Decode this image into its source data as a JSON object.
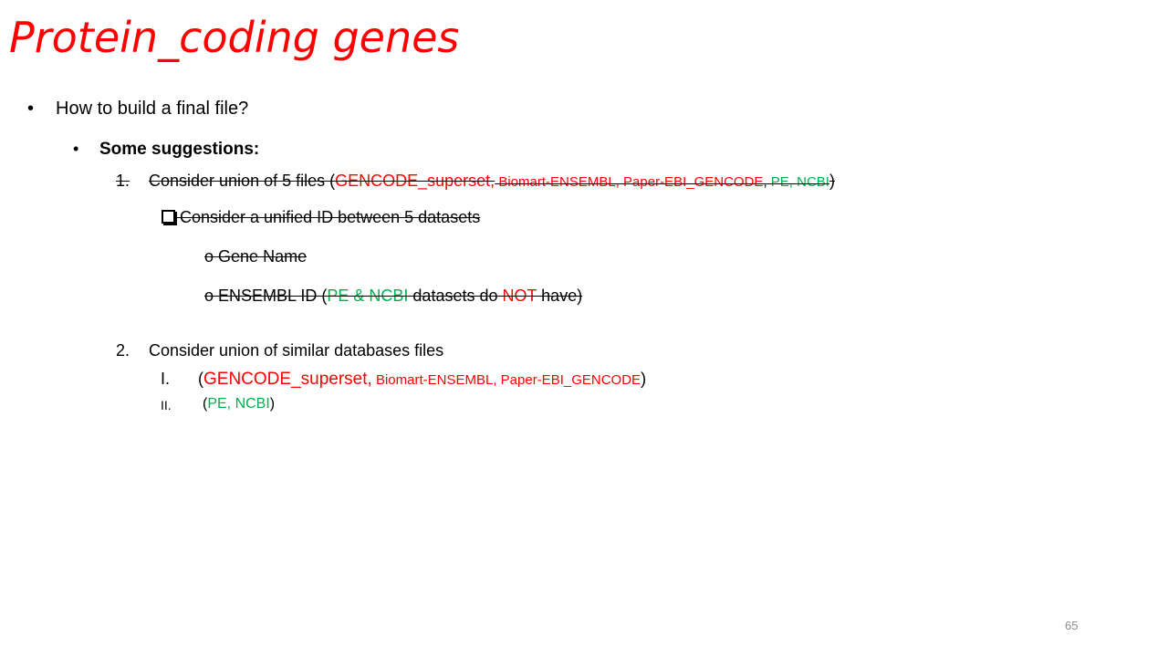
{
  "slide": {
    "title": "Protein_coding genes",
    "page_number": "65"
  },
  "content": {
    "bullet1": {
      "marker": "•",
      "text": "How to build a final file?"
    },
    "bullet2": {
      "marker": "•",
      "text": "Some suggestions:"
    },
    "item1": {
      "number": "1.",
      "text": "Consider union of 5 files (",
      "gencode": "GENCODE_superset,",
      "rest_red": " Biomart-ENSEMBL,  Paper-EBI_GENCODE",
      "comma": ",",
      "green": "  PE, NCBI",
      "close": ")"
    },
    "sub1": {
      "text": " Consider a unified ID between 5 datasets"
    },
    "sub1a": {
      "marker": "o",
      "text": "Gene Name"
    },
    "sub1b": {
      "marker": "o",
      "text_pre": "ENSEMBL ID (",
      "green": "PE & NCBI",
      "text_mid": " datasets do ",
      "red": "NOT",
      "text_post": " have)"
    },
    "item2": {
      "number": "2.",
      "text": "Consider union of similar databases files"
    },
    "item2_i": {
      "numeral": "I.",
      "open": "(",
      "gencode": "GENCODE_superset,",
      "rest_red": " Biomart-ENSEMBL,  Paper-EBI_GENCODE",
      "close": ")"
    },
    "item2_ii": {
      "numeral": "II.",
      "open": "(",
      "green": "PE, NCBI",
      "close": ")"
    }
  },
  "colors": {
    "title": "#ff0000",
    "red": "#ff0000",
    "green": "#00b050",
    "page_number": "#8c8c8c"
  }
}
